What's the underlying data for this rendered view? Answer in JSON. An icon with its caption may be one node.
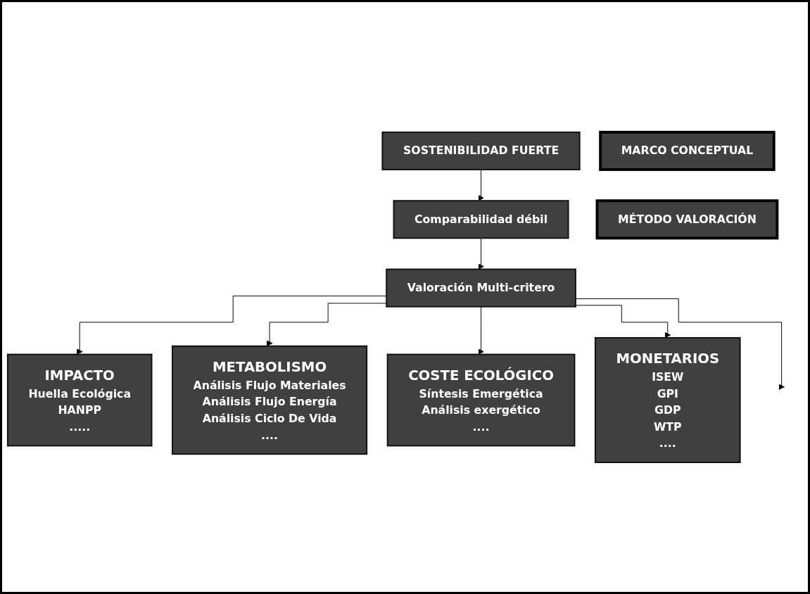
{
  "diagram": {
    "nodes": [
      {
        "text": [
          "MARCO CONCEPTUAL"
        ]
      },
      {
        "text": [
          "SOSTENIBILIDAD FUERTE"
        ]
      },
      {
        "text": [
          "Comparabilidad débil"
        ]
      },
      {
        "text": [
          "Valoración Multi-critero"
        ]
      },
      {
        "text": [
          "MÉTODO VALORACIÓN"
        ]
      },
      {
        "text": [
          "IMPACTO",
          "Huella Ecológica",
          "HANPP",
          "....."
        ]
      },
      {
        "text": [
          "METABOLISMO",
          "Análisis Flujo Materiales",
          "Análisis Flujo Energía",
          "Análisis Ciclo De Vida",
          "...."
        ]
      },
      {
        "text": [
          "COSTE ECOLÓGICO",
          "Síntesis Emergética",
          "Análisis exergético",
          "...."
        ]
      },
      {
        "text": [
          "MONETARIOS",
          "ISEW",
          "GPI",
          "GDP",
          "WTP",
          "...."
        ]
      }
    ],
    "edges": [
      {
        "from": 1,
        "to": 2,
        "arrow": "to"
      },
      {
        "from": 2,
        "to": 3,
        "arrow": "to"
      },
      {
        "from": 3,
        "to": 5,
        "arrow": "to"
      },
      {
        "from": 3,
        "to": 6,
        "arrow": "to"
      },
      {
        "from": 3,
        "to": 7,
        "arrow": "to"
      },
      {
        "from": 3,
        "to": 8,
        "arrow": "to"
      },
      {
        "from": 3,
        "to": null,
        "arrow": "to"
      }
    ]
  }
}
